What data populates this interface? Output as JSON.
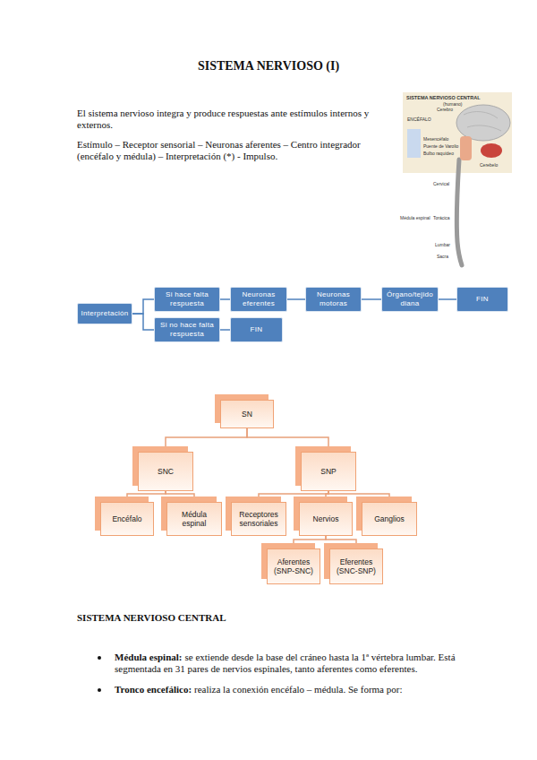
{
  "diagram": {
    "title": "SISTEMA NERVIOSO (I)",
    "nodes": [
      {
        "text": [
          "Interpretación"
        ]
      },
      {
        "text": [
          "Si hace falta respuesta"
        ]
      },
      {
        "text": [
          "Neuronas eferentes"
        ]
      },
      {
        "text": [
          "Neuronas motoras"
        ]
      },
      {
        "text": [
          "Órgano/tejido diana"
        ]
      },
      {
        "text": [
          "FIN"
        ]
      },
      {
        "text": [
          "Si no hace falta respuesta"
        ]
      },
      {
        "text": [
          "FIN"
        ]
      },
      {
        "text": [
          "SN"
        ]
      },
      {
        "text": [
          "SNC"
        ]
      },
      {
        "text": [
          "SNP"
        ]
      },
      {
        "text": [
          "Encéfalo"
        ]
      },
      {
        "text": [
          "Médula espinal"
        ]
      },
      {
        "text": [
          "Receptores sensoriales"
        ]
      },
      {
        "text": [
          "Nervios"
        ]
      },
      {
        "text": [
          "Ganglios"
        ]
      },
      {
        "text": [
          "Aferentes (SNP-SNC)"
        ]
      },
      {
        "text": [
          "Eferentes (SNC-SNP)"
        ]
      }
    ],
    "edges": [
      {
        "from": 0,
        "to": 1,
        "arrow": "none"
      },
      {
        "from": 1,
        "to": 2,
        "arrow": "none"
      },
      {
        "from": 2,
        "to": 3,
        "arrow": "none"
      },
      {
        "from": 3,
        "to": 4,
        "arrow": "none"
      },
      {
        "from": 4,
        "to": 5,
        "arrow": "none"
      },
      {
        "from": 0,
        "to": 6,
        "arrow": "none"
      },
      {
        "from": 6,
        "to": 7,
        "arrow": "none"
      },
      {
        "from": 8,
        "to": 9,
        "arrow": "none"
      },
      {
        "from": 8,
        "to": 10,
        "arrow": "none"
      },
      {
        "from": 9,
        "to": 11,
        "arrow": "none"
      },
      {
        "from": 9,
        "to": 12,
        "arrow": "none"
      },
      {
        "from": 10,
        "to": 13,
        "arrow": "none"
      },
      {
        "from": 10,
        "to": 14,
        "arrow": "none"
      },
      {
        "from": 10,
        "to": 15,
        "arrow": "none"
      },
      {
        "from": 14,
        "to": 16,
        "arrow": "none"
      },
      {
        "from": 14,
        "to": 17,
        "arrow": "none"
      }
    ],
    "labels": [
      "El sistema nervioso integra y produce respuestas ante estímulos internos y externos.",
      "Estímulo – Receptor sensorial – Neuronas aferentes – Centro integrador (encéfalo y médula) – Interpretación (*) - Impulso.",
      "SISTEMA NERVIOSO CENTRAL",
      "Médula espinal:",
      "se extiende desde la base del cráneo hasta la 1ª vértebra lumbar. Está segmentada en 31 pares de nervios espinales, tanto aferentes como eferentes.",
      "Tronco encefálico:",
      "realiza la conexión encéfalo – médula. Se forma por:",
      "SISTEMA NERVIOSO CENTRAL",
      "(humano)",
      "Cerebro",
      "ENCÉFALO",
      "Mesencéfalo",
      "Puente de Varolio",
      "Bulbo raquídeo",
      "Cerebelo",
      "Cervical",
      "Médula espinal",
      "Torácica",
      "Lumbar",
      "Sacra"
    ]
  }
}
